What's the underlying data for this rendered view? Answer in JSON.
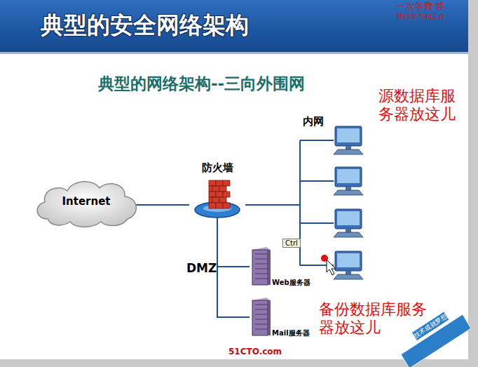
{
  "diagram": {
    "title": "典型的安全网络架构",
    "nodes": [
      {
        "text": [
          "Internet"
        ]
      },
      {
        "text": [
          "防火墙"
        ]
      },
      {
        "text": [
          "Web服务器"
        ]
      },
      {
        "text": [
          "Mail服务器"
        ]
      }
    ],
    "edges": [
      {
        "from": 0,
        "to": 1,
        "arrow": "none"
      },
      {
        "from": 1,
        "to": 2,
        "arrow": "none"
      },
      {
        "from": 1,
        "to": 3,
        "arrow": "none"
      }
    ],
    "labels": [
      "一次学费 终",
      "获得学习和工作",
      "典型的网络架构--三向外围网",
      "源数据库服务器放这儿",
      "内网",
      "DMZ",
      "Ctrl",
      "备份数据库服务器放这儿",
      "51CTO.com",
      "技术成就梦想"
    ]
  }
}
